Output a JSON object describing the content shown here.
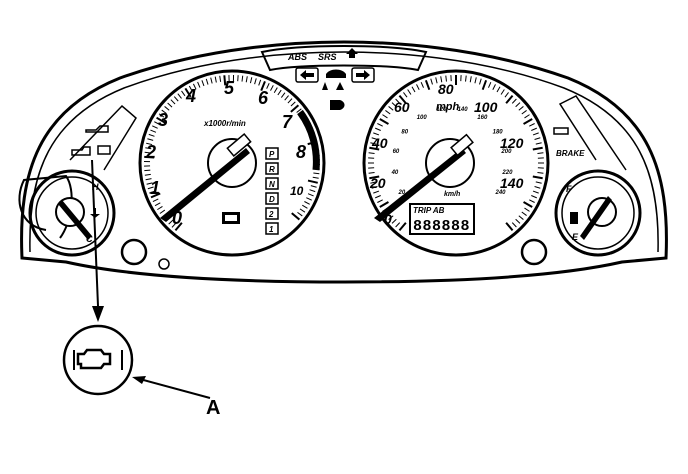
{
  "tachometer": {
    "numbers": [
      "0",
      "1",
      "2",
      "3",
      "4",
      "5",
      "6",
      "7",
      "8",
      "10"
    ],
    "unit": "x1000r/min",
    "gears": [
      "P",
      "R",
      "N",
      "D",
      "2",
      "1"
    ]
  },
  "speedometer": {
    "mph_numbers": [
      "0",
      "20",
      "40",
      "60",
      "80",
      "100",
      "120",
      "140"
    ],
    "mph_unit": "mph",
    "kmh_unit": "km/h",
    "kmh_numbers": [
      "20",
      "40",
      "60",
      "80",
      "100",
      "120",
      "140",
      "160",
      "180",
      "200",
      "220",
      "240"
    ],
    "odometer_label": "TRIP AB",
    "odometer_value": "888888"
  },
  "top_panel": {
    "indicators": [
      "ABS",
      "SRS"
    ]
  },
  "fuel_gauge": {
    "full": "F",
    "empty": "E"
  },
  "temp_gauge": {
    "hot": "H",
    "cold": "C"
  },
  "right_panel": {
    "labels": [
      "BRAKE"
    ]
  },
  "callout": {
    "label": "A"
  }
}
